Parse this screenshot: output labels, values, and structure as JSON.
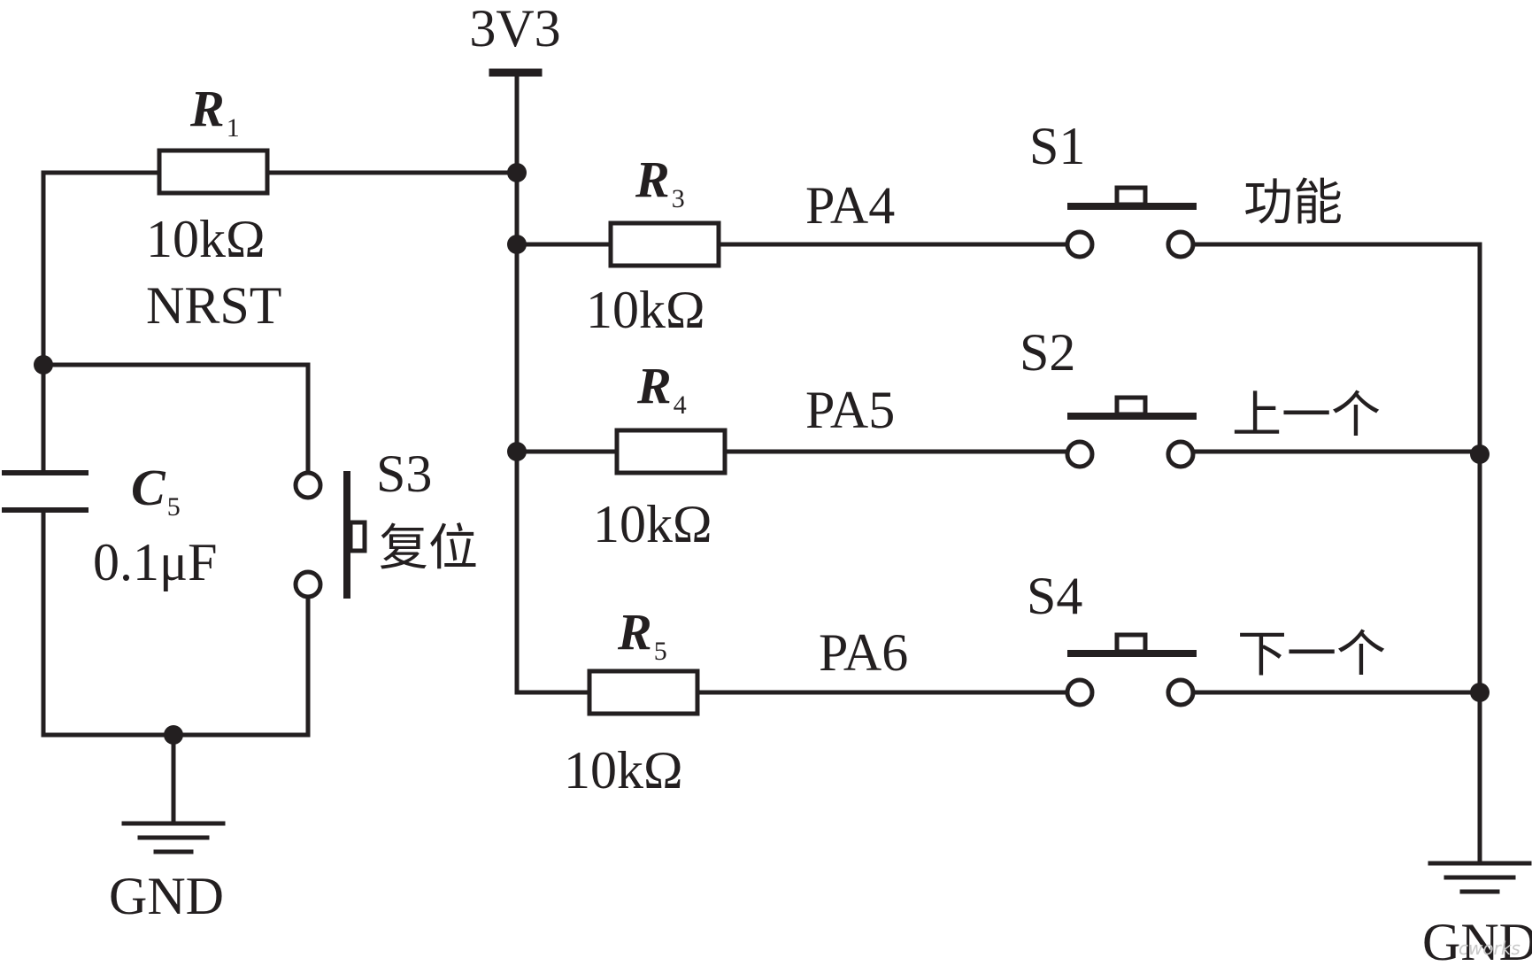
{
  "supply": {
    "label": "3V3"
  },
  "ground": {
    "left_label": "GND",
    "right_label": "GND"
  },
  "r1": {
    "symbol": "R",
    "index": "1",
    "value": "10kΩ",
    "net": "NRST"
  },
  "r3": {
    "symbol": "R",
    "index": "3",
    "value": "10kΩ",
    "net": "PA4"
  },
  "r4": {
    "symbol": "R",
    "index": "4",
    "value": "10kΩ",
    "net": "PA5"
  },
  "r5": {
    "symbol": "R",
    "index": "5",
    "value": "10kΩ",
    "net": "PA6"
  },
  "c5": {
    "symbol": "C",
    "index": "5",
    "value": "0.1μF"
  },
  "s1": {
    "label": "S1",
    "function": "功能"
  },
  "s2": {
    "label": "S2",
    "function": "上一个"
  },
  "s3": {
    "label": "S3",
    "function": "复位"
  },
  "s4": {
    "label": "S4",
    "function": "下一个"
  },
  "watermark": {
    "text": "cworks"
  }
}
